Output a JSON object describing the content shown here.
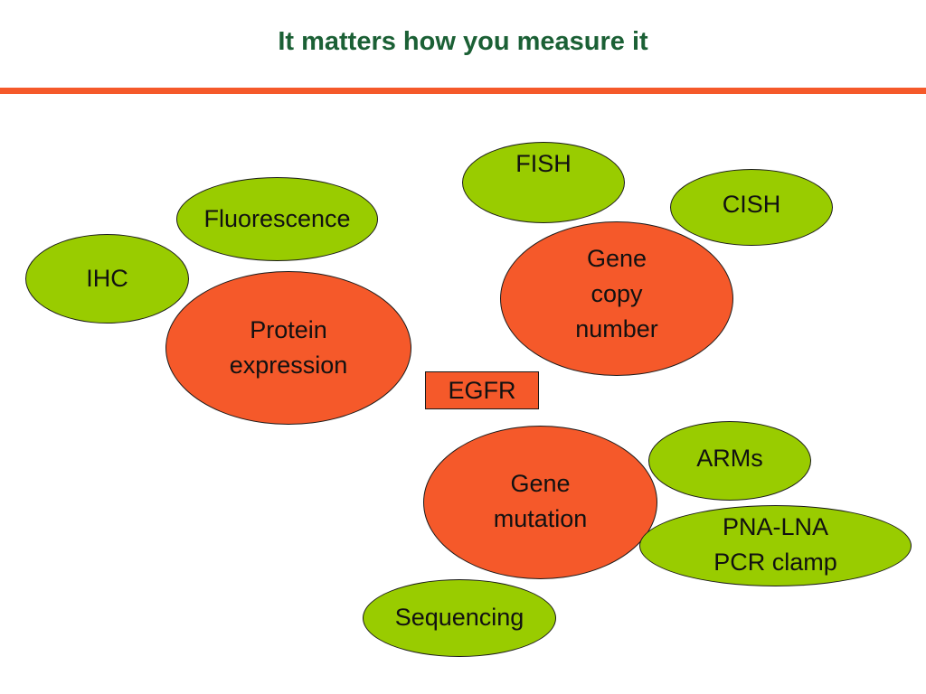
{
  "slide": {
    "title": "It matters how you measure it"
  },
  "center": {
    "label": "EGFR"
  },
  "categories": {
    "protein_expression": {
      "lines": [
        "Protein",
        "expression"
      ]
    },
    "gene_copy_number": {
      "lines": [
        "Gene",
        "copy",
        "number"
      ]
    },
    "gene_mutation": {
      "lines": [
        "Gene",
        "mutation"
      ]
    }
  },
  "methods": {
    "fluorescence": "Fluorescence",
    "ihc": "IHC",
    "fish": "FISH",
    "cish": "CISH",
    "arms": "ARMs",
    "pna_lna": {
      "lines": [
        "PNA-LNA",
        "PCR clamp"
      ]
    },
    "sequencing": "Sequencing"
  },
  "colors": {
    "title": "#1b6035",
    "accent_rule": "#f5592a",
    "category_fill": "#f5592a",
    "method_fill": "#99cc00",
    "outline": "#1a1a1a"
  }
}
